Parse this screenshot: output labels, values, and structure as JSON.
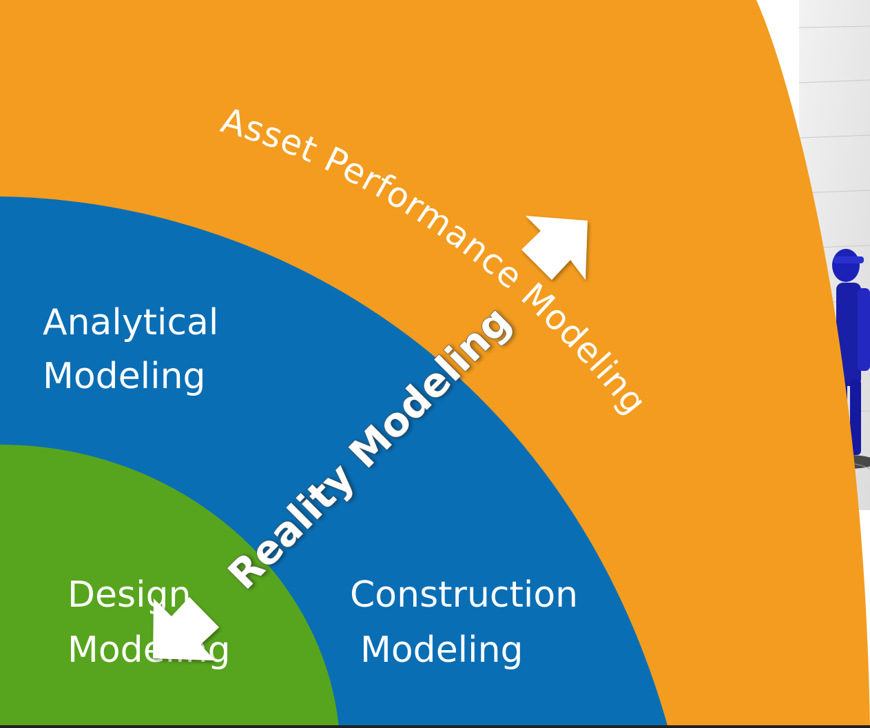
{
  "diagram": {
    "layers": [
      {
        "id": "asset",
        "label": "Asset Performance Modeling",
        "color": "#F39C1F"
      },
      {
        "id": "analytical",
        "label_line1": "Analytical",
        "label_line2": "Modeling",
        "color": "#0A6EB4"
      },
      {
        "id": "construction",
        "label_line1": "Construction",
        "label_line2": "Modeling",
        "color": "#0A6EB4"
      },
      {
        "id": "design",
        "label_line1": "Design",
        "label_line2": "Modeling",
        "color": "#57A51E"
      }
    ],
    "arrow": {
      "label": "Reality Modeling",
      "color": "#FFFFFF"
    },
    "photo": {
      "description_icon": "3d-human-figure-render"
    }
  }
}
